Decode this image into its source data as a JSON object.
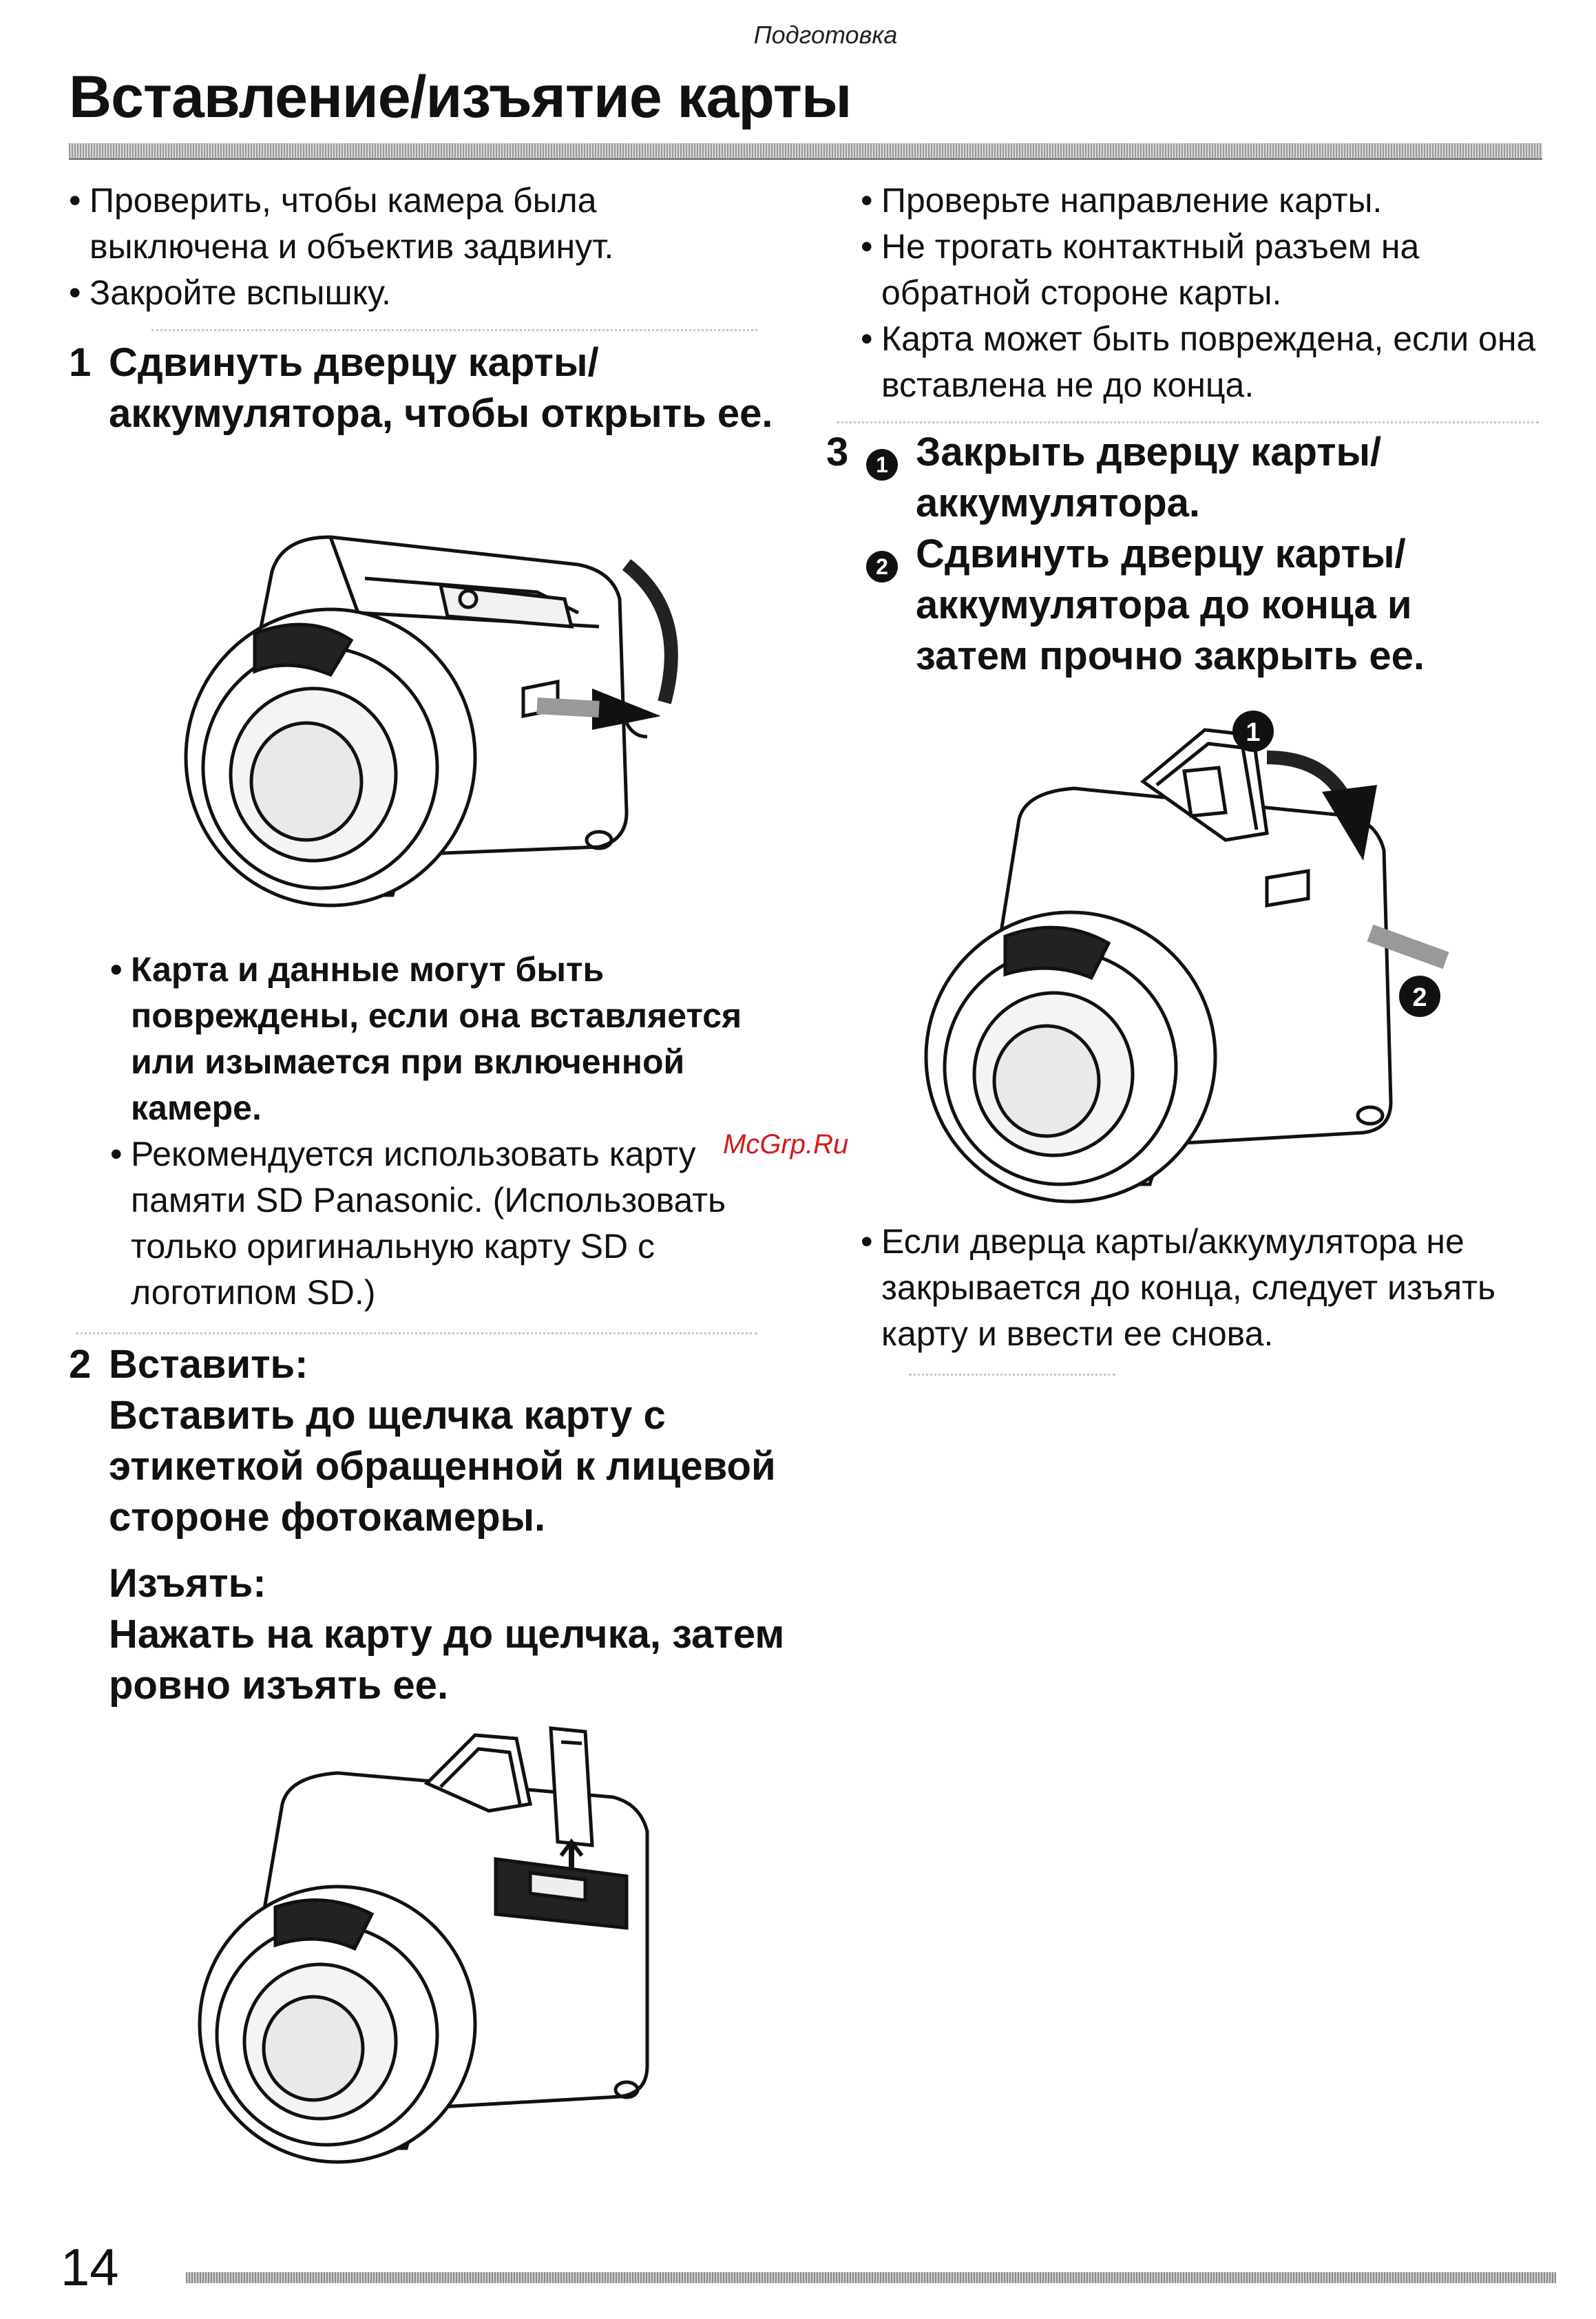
{
  "header": {
    "section_label": "Подготовка",
    "title": "Вставление/изъятие карты"
  },
  "left_column": {
    "intro_bullets": [
      "Проверить, чтобы камера была выключена и объектив задвинут.",
      "Закройте вспышку."
    ],
    "step1": {
      "number": "1",
      "text": "Сдвинуть дверцу карты/ аккумулятора, чтобы открыть ее."
    },
    "warning_bullets": [
      "Карта и данные могут быть повреждены, если она вставляется или изымается при включенной камере."
    ],
    "notes_bullets": [
      "Рекомендуется использовать карту памяти SD Panasonic. (Использовать только оригинальную карту SD с логотипом SD.)"
    ],
    "step2": {
      "number": "2",
      "insert_label": "Вставить:",
      "insert_text": "Вставить до щелчка карту с этикеткой обращенной к лицевой стороне фотокамеры.",
      "remove_label": "Изъять:",
      "remove_text": "Нажать на карту до щелчка, затем ровно изъять ее."
    }
  },
  "right_column": {
    "bullets": [
      "Проверьте направление карты.",
      "Не трогать контактный разъем на обратной стороне карты.",
      "Карта может быть повреждена, если она вставлена не до конца."
    ],
    "step3": {
      "number": "3",
      "sub1_marker": "1",
      "sub1_text": "Закрыть дверцу карты/ аккумулятора.",
      "sub2_marker": "2",
      "sub2_text": "Сдвинуть дверцу карты/ аккумулятора до конца и затем прочно закрыть ее."
    },
    "figure_markers": [
      "1",
      "2"
    ],
    "closing_bullets": [
      "Если дверца карты/аккумулятора не закрывается до конца, следует изъять карту и ввести ее снова."
    ]
  },
  "watermark": "McGrp.Ru",
  "footer": {
    "page_number": "14"
  },
  "colors": {
    "text": "#111111",
    "watermark": "#d31a1a"
  },
  "icons": [
    "camera-open-door-illustration",
    "camera-card-insert-illustration",
    "camera-close-door-illustration",
    "curved-arrow-icon"
  ]
}
